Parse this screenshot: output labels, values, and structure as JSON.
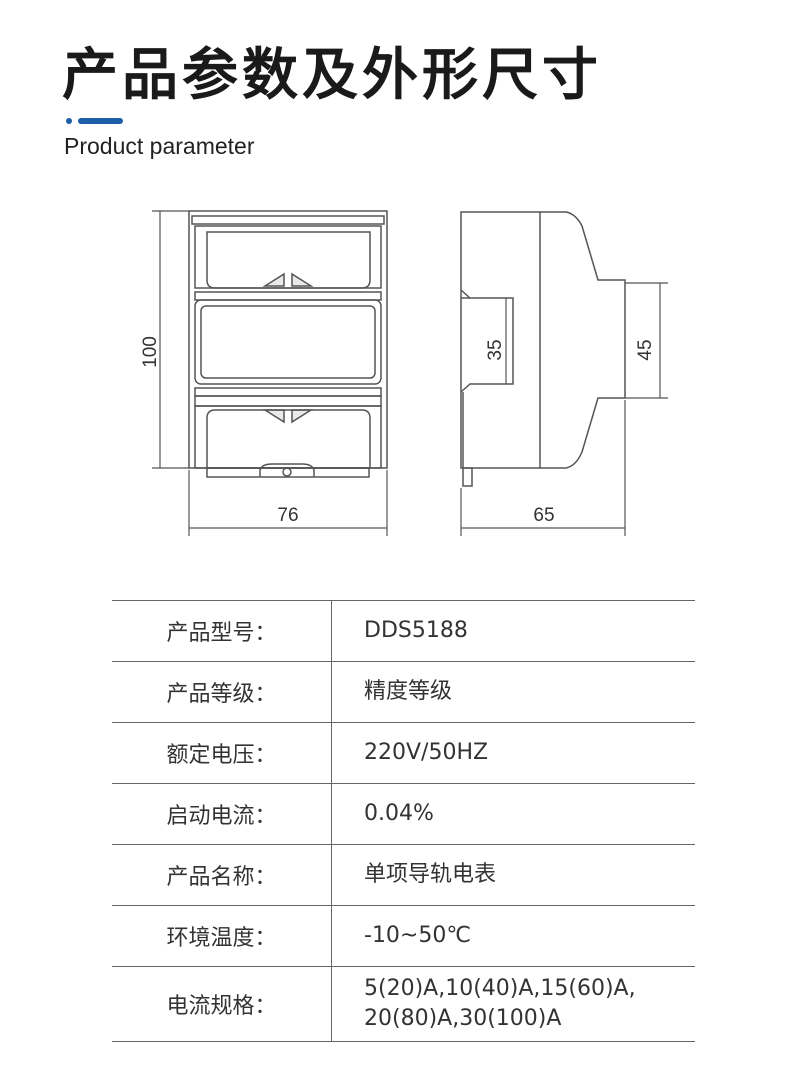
{
  "header": {
    "title": "产品参数及外形尺寸",
    "subtitle": "Product parameter",
    "accent_color": "#1c5fa8"
  },
  "drawing": {
    "front_height": "100",
    "front_width": "76",
    "side_width": "65",
    "inner_height_35": "35",
    "inner_height_45": "45"
  },
  "params": {
    "rows": [
      {
        "key": "产品型号：",
        "value": "DDS5188"
      },
      {
        "key": "产品等级：",
        "value": "精度等级"
      },
      {
        "key": "额定电压：",
        "value": "220V/50HZ"
      },
      {
        "key": "启动电流：",
        "value": "0.04%"
      },
      {
        "key": "产品名称：",
        "value": "单项导轨电表"
      },
      {
        "key": "环境温度：",
        "value": "-10~50℃"
      },
      {
        "key": "电流规格：",
        "value": "5(20)A,10(40)A,15(60)A,",
        "value2": "20(80)A,30(100)A"
      }
    ]
  }
}
